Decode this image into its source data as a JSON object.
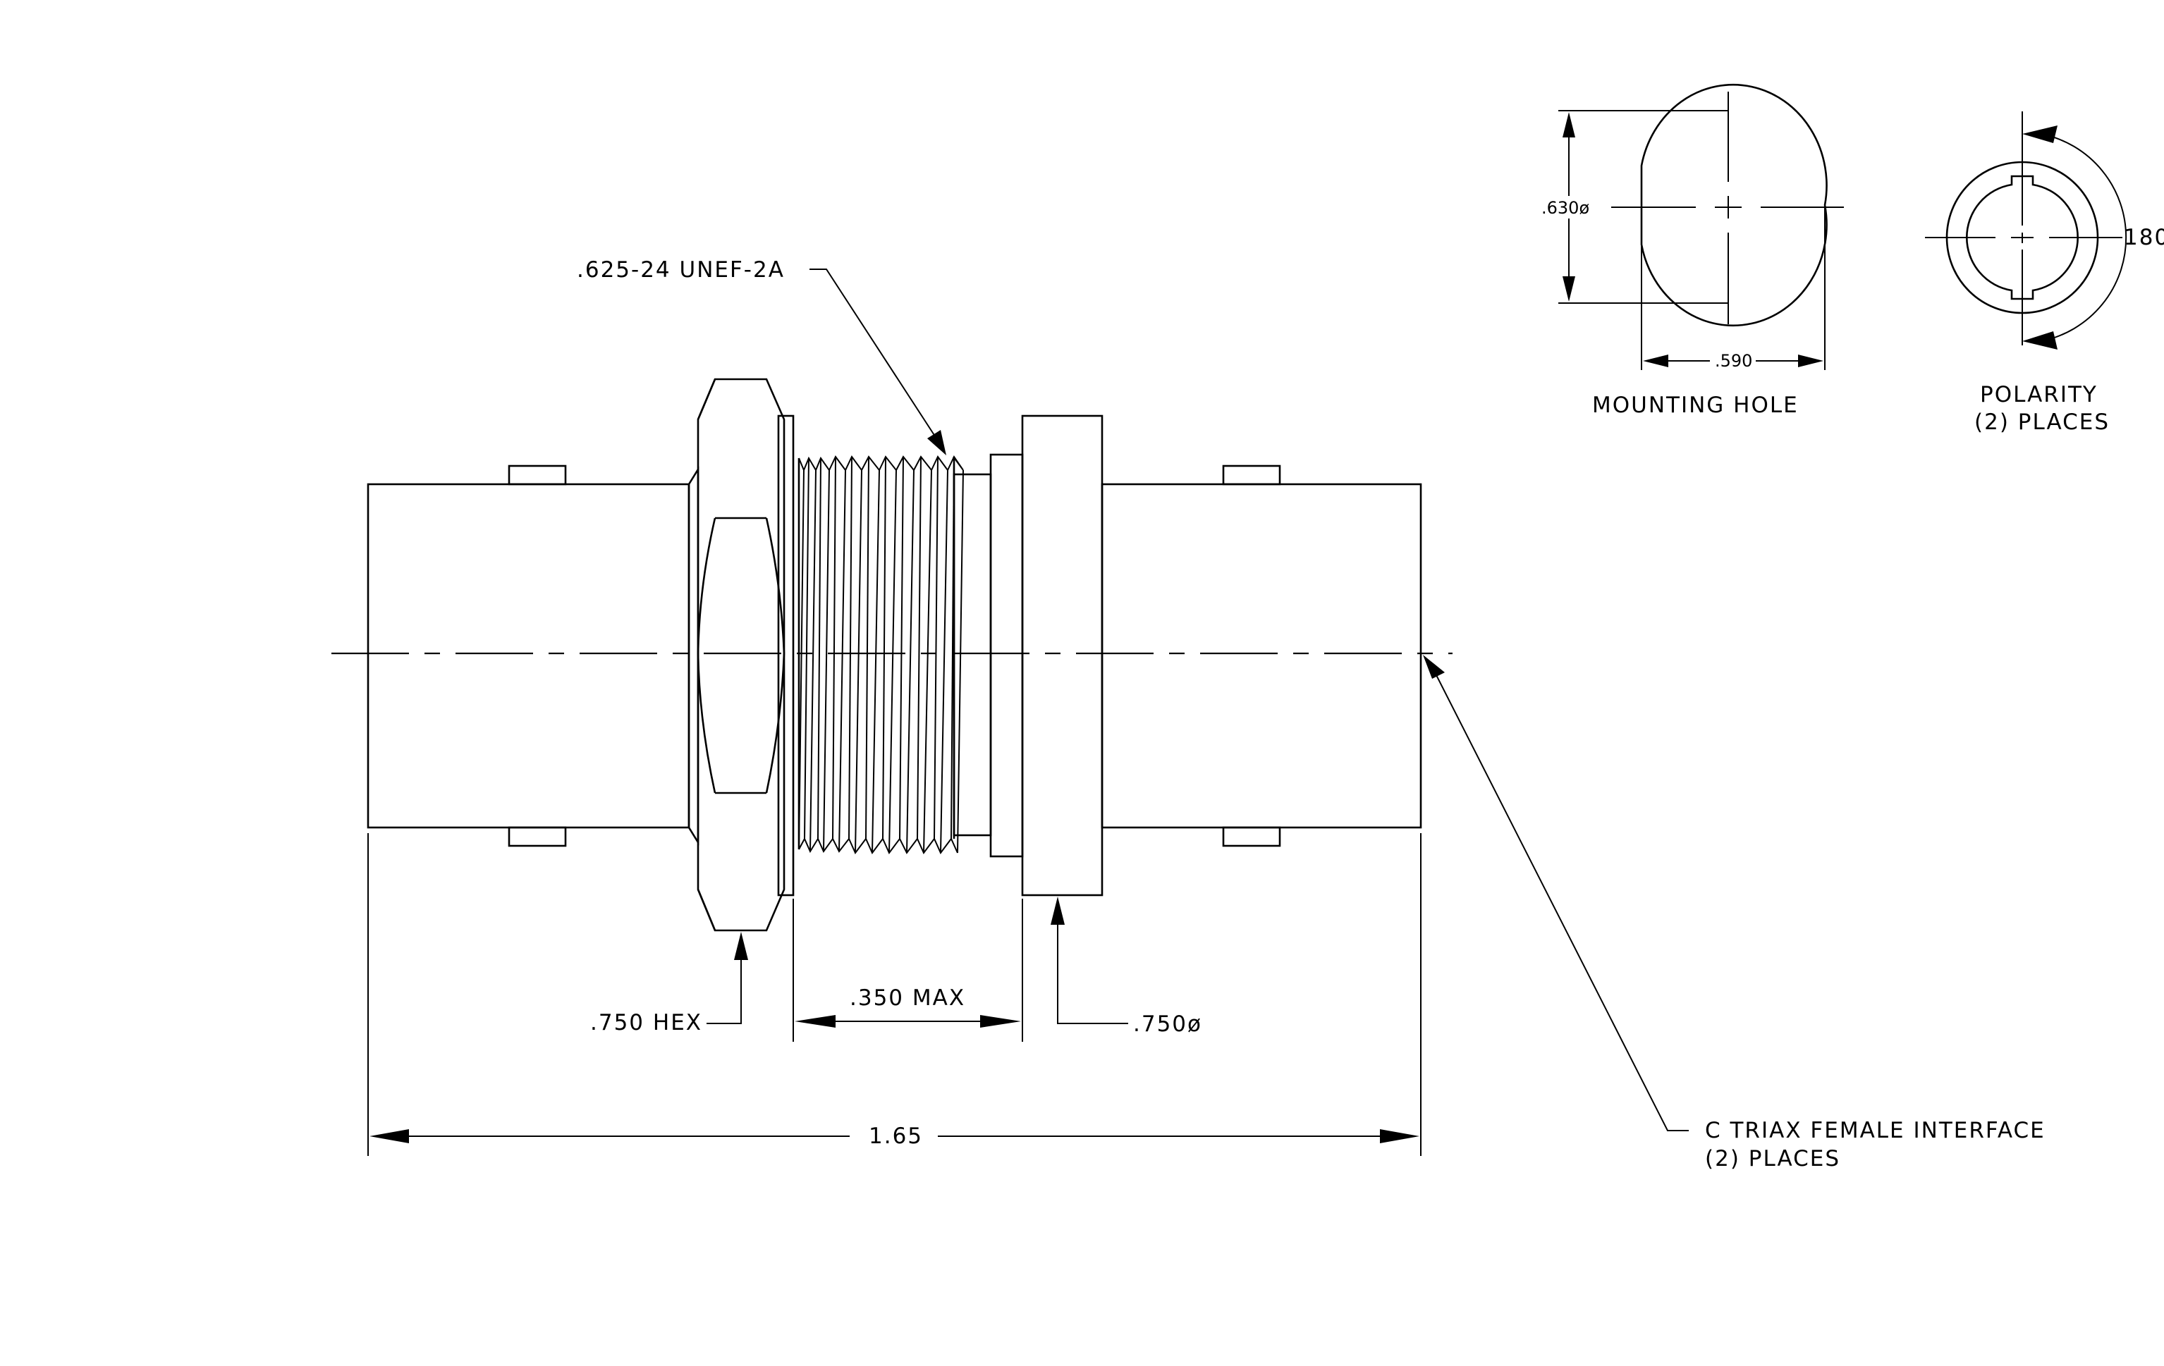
{
  "labels": {
    "thread": ".625-24 UNEF-2A",
    "hex": ".750 HEX",
    "max": ".350 MAX",
    "flange_dia": ".750ø",
    "overall": "1.65",
    "interface_line1": "C TRIAX FEMALE INTERFACE",
    "interface_line2": "(2)  PLACES",
    "mh_height": ".630ø",
    "mh_width": ".590",
    "mh_caption": "MOUNTING HOLE",
    "pol_angle": "180",
    "pol_caption_line1": "POLARITY",
    "pol_caption_line2": "(2) PLACES"
  },
  "colors": {
    "line": "#000000",
    "background": "#ffffff"
  }
}
